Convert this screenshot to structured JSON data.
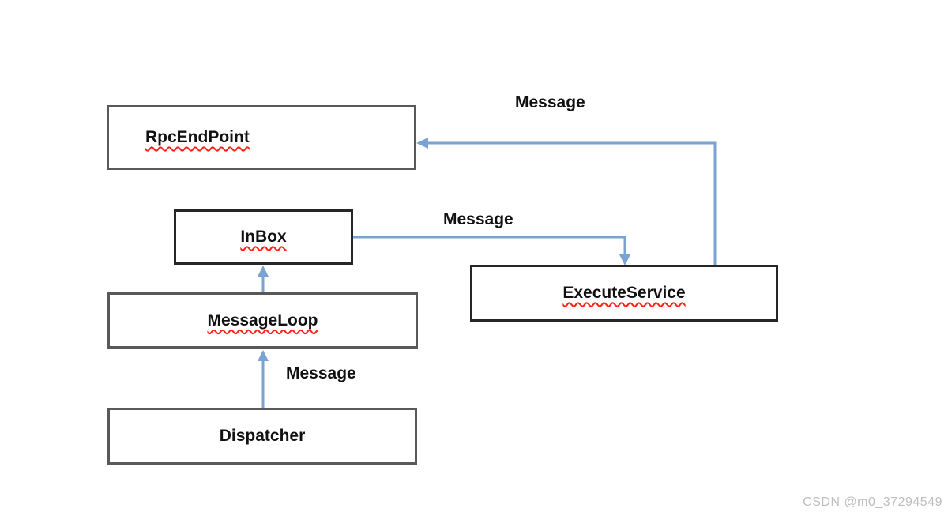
{
  "nodes": {
    "rpcendpoint": {
      "label": "RpcEndPoint",
      "spellcheck_underline": true
    },
    "inbox": {
      "label": "InBox",
      "spellcheck_underline": true
    },
    "executeservice": {
      "label": "ExecuteService",
      "spellcheck_underline": true
    },
    "messageloop": {
      "label": "MessageLoop",
      "spellcheck_underline": true
    },
    "dispatcher": {
      "label": "Dispatcher",
      "spellcheck_underline": false
    }
  },
  "edges": {
    "executeservice_to_rpcendpoint": {
      "label": "Message"
    },
    "inbox_to_executeservice": {
      "label": "Message"
    },
    "messageloop_to_inbox": {
      "label": ""
    },
    "dispatcher_to_messageloop": {
      "label": "Message"
    }
  },
  "watermark": {
    "text": "CSDN @m0_37294549"
  },
  "colors": {
    "arrow": "#79a3d2",
    "box_border_gray": "#595959",
    "box_border_dark": "#262626",
    "spellcheck_red": "#ff2015",
    "watermark_gray": "#bdbdbd"
  }
}
